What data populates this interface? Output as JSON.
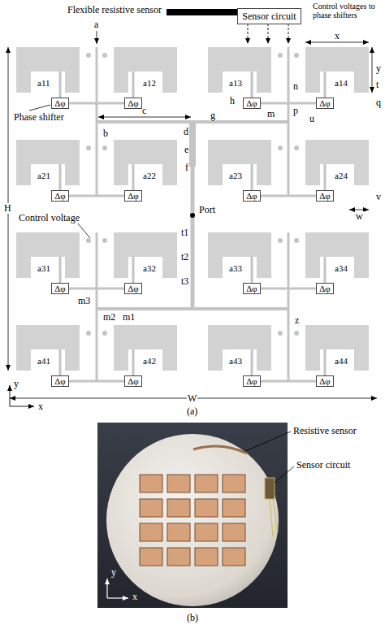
{
  "diagram": {
    "caption": "(b)",
    "nodes": [
      {
        "text": [
          "Sensor circuit"
        ]
      },
      {
        "text": [
          "Δφ"
        ]
      },
      {
        "text": [
          "Δφ"
        ]
      },
      {
        "text": [
          "Δφ"
        ]
      },
      {
        "text": [
          "Δφ"
        ]
      },
      {
        "text": [
          "Δφ"
        ]
      },
      {
        "text": [
          "Δφ"
        ]
      },
      {
        "text": [
          "Δφ"
        ]
      },
      {
        "text": [
          "Δφ"
        ]
      },
      {
        "text": [
          "Δφ"
        ]
      },
      {
        "text": [
          "Δφ"
        ]
      },
      {
        "text": [
          "Δφ"
        ]
      },
      {
        "text": [
          "Δφ"
        ]
      },
      {
        "text": [
          "Δφ"
        ]
      },
      {
        "text": [
          "Δφ"
        ]
      },
      {
        "text": [
          "Δφ"
        ]
      },
      {
        "text": [
          "Δφ"
        ]
      }
    ],
    "labels": [
      "Flexible resistive sensor",
      "Control voltages to phase shifters",
      "a",
      "x",
      "y",
      "a11",
      "a12",
      "a13",
      "a14",
      "t",
      "g",
      "h",
      "m",
      "n",
      "p",
      "q",
      "Phase shifter",
      "c",
      "u",
      "d",
      "b",
      "e",
      "f",
      "a21",
      "a22",
      "a23",
      "a24",
      "v",
      "w",
      "Port",
      "t1",
      "H",
      "Control voltage",
      "t2",
      "a31",
      "a32",
      "a33",
      "a34",
      "t3",
      "m3",
      "m2",
      "m1",
      "z",
      "a41",
      "a42",
      "a43",
      "a44",
      "y",
      "W",
      "x",
      "(a)",
      "Resistive sensor",
      "Sensor circuit",
      "y",
      "x"
    ]
  }
}
